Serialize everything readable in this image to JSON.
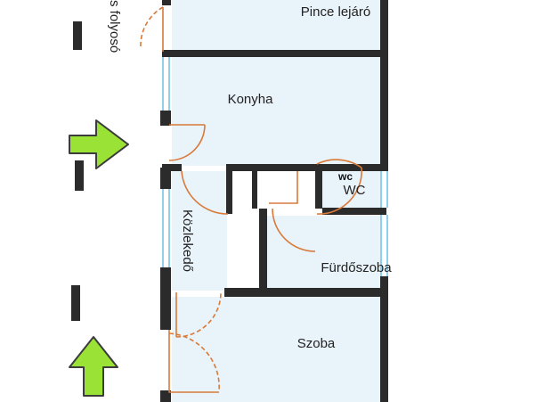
{
  "colors": {
    "room_fill": "#e9f3fa",
    "wall": "#2b2b2b",
    "door": "#d97a38",
    "window": "#8fd0ea",
    "arrow_fill": "#9ae236",
    "arrow_stroke": "#3c3c3c"
  },
  "rooms": {
    "pince": "Pince lejáró",
    "konyha": "Konyha",
    "kozlekedo": "Közlekedő",
    "wc": "WC",
    "furdoszoba": "Fürdőszoba",
    "szoba": "Szoba"
  },
  "labels": {
    "folyoso": "s folyosó",
    "wc_small": "wc"
  },
  "icons": [
    "entrance-arrow-icon"
  ]
}
